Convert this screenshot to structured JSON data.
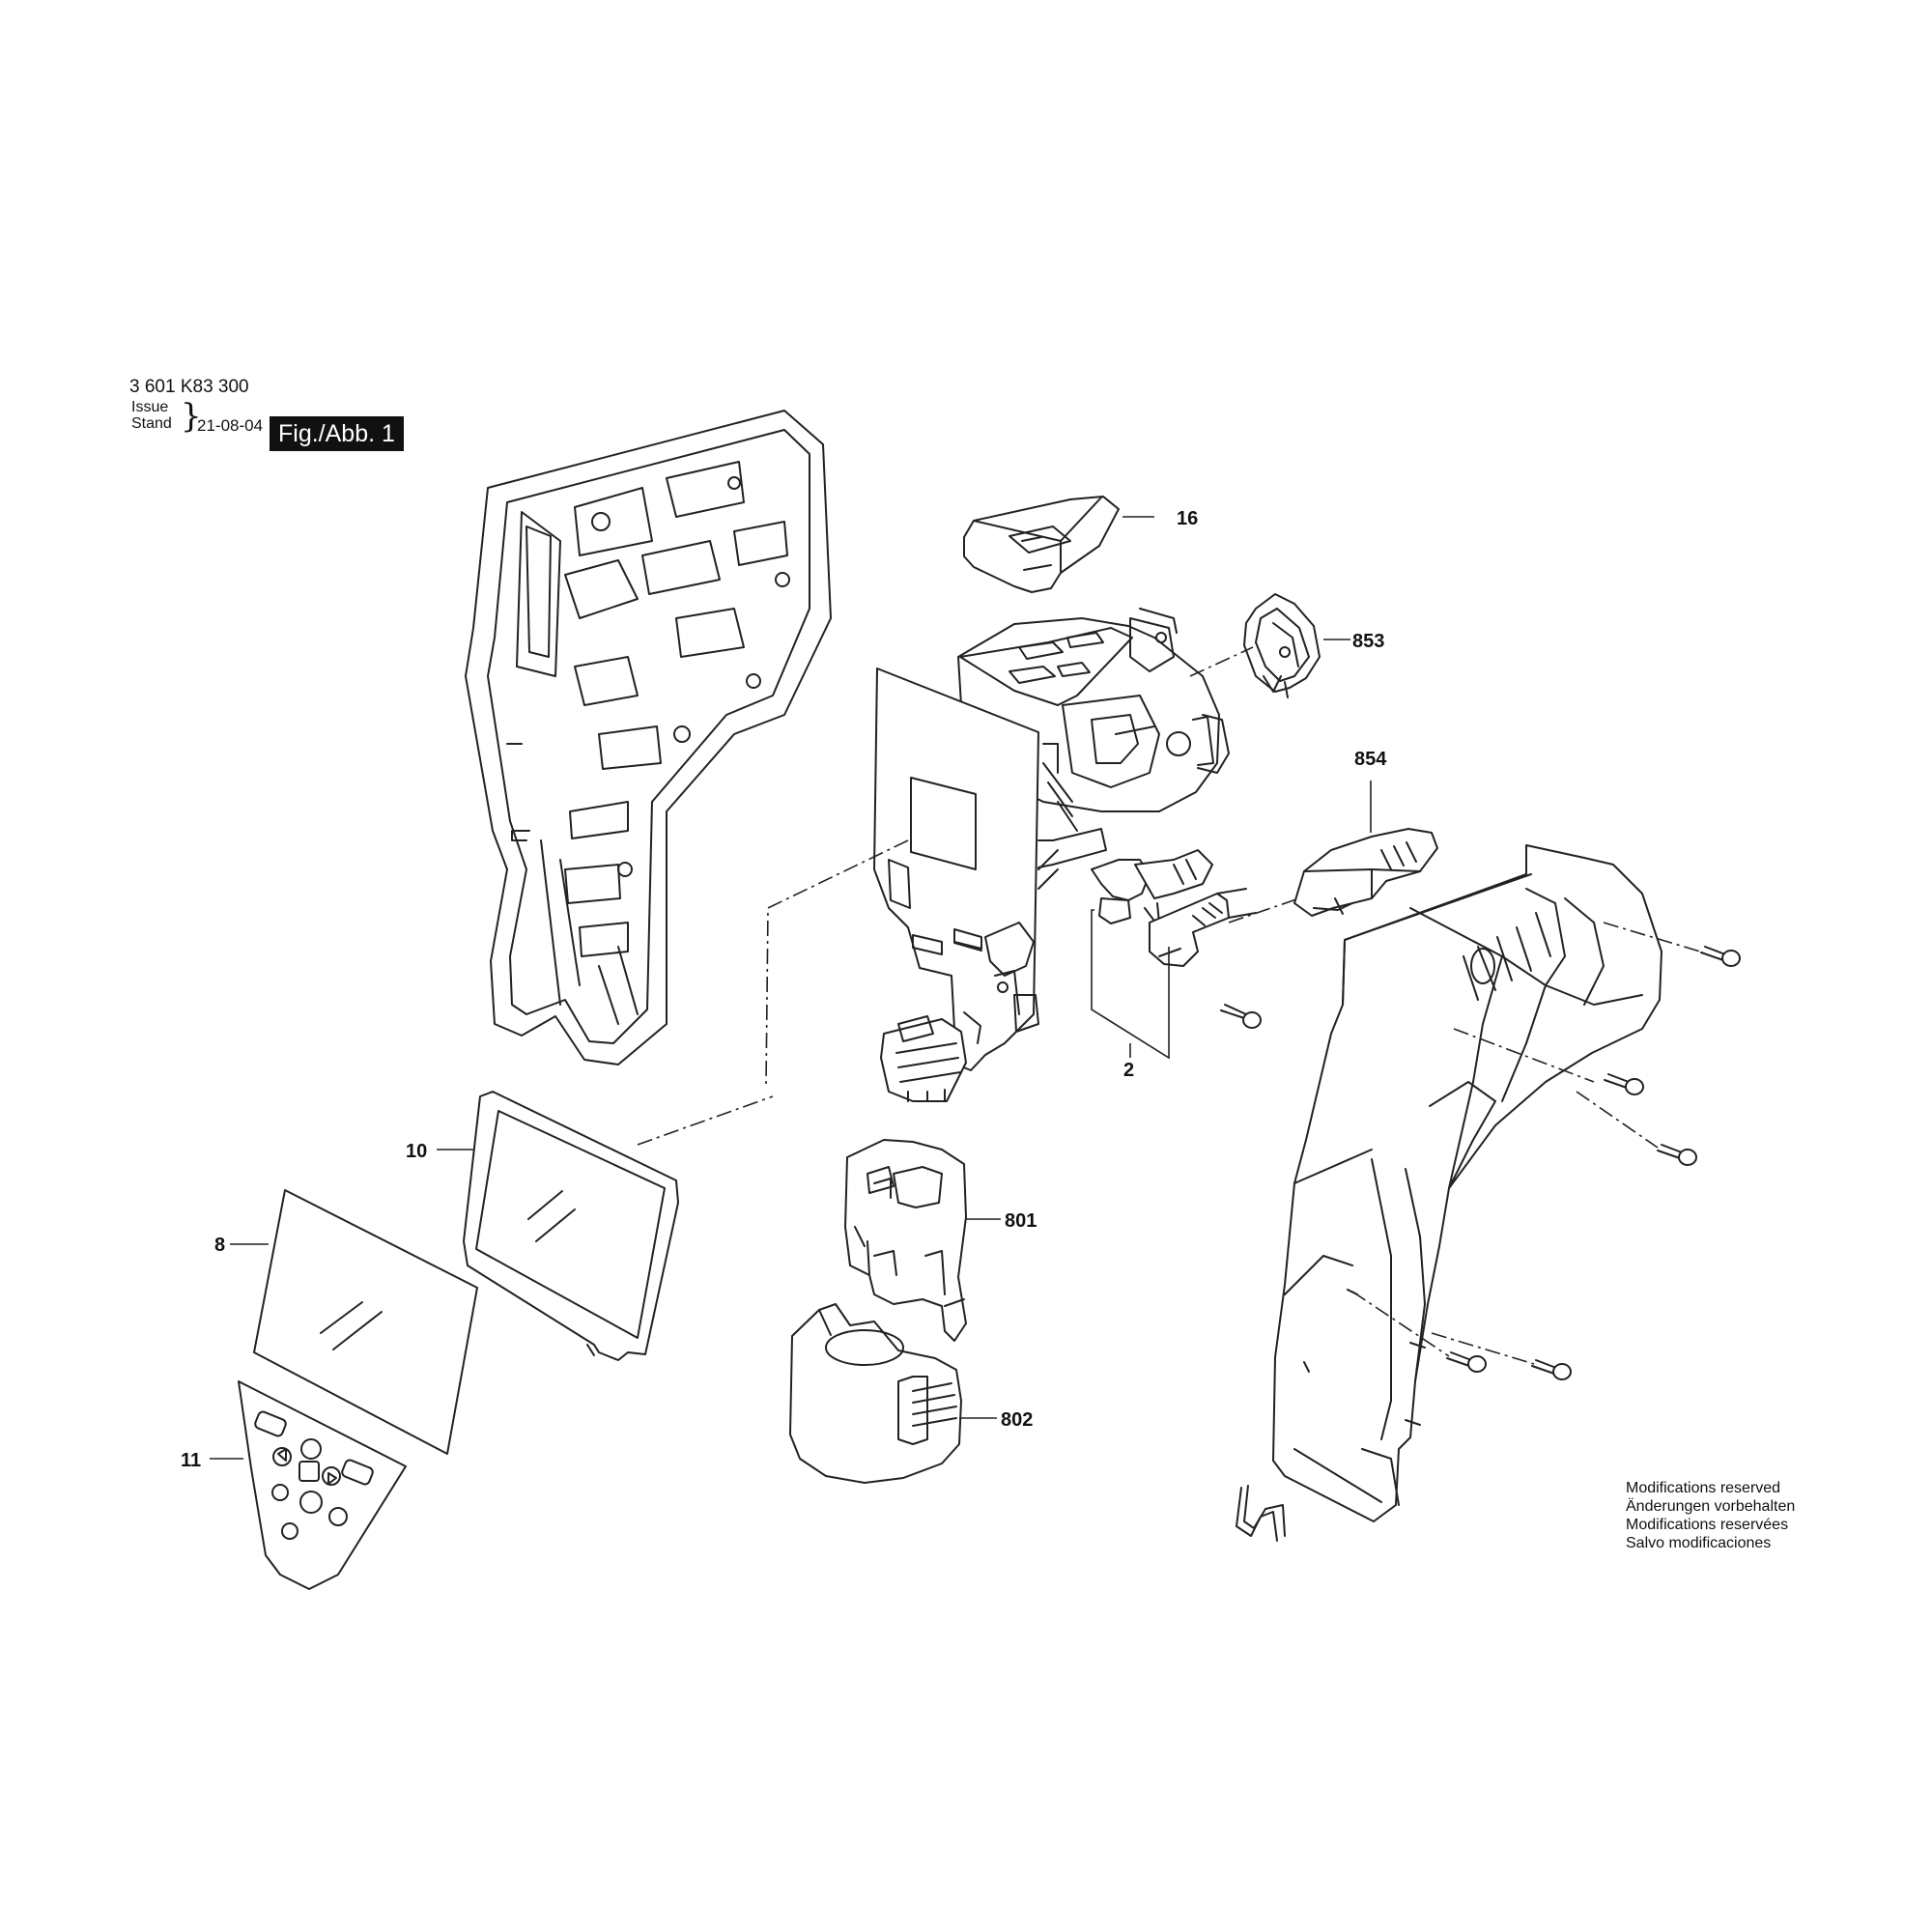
{
  "header": {
    "part_number": "3 601 K83 300",
    "issue_label": "Issue",
    "stand_label": "Stand",
    "date": "21-08-04",
    "figure_label": "Fig./Abb. 1"
  },
  "callouts": {
    "c16": "16",
    "c853": "853",
    "c854": "854",
    "c2": "2",
    "c10": "10",
    "c8": "8",
    "c11": "11",
    "c801": "801",
    "c802": "802"
  },
  "notice": {
    "en": "Modifications reserved",
    "de": "Änderungen vorbehalten",
    "fr": "Modifications reservées",
    "es": "Salvo modificaciones"
  }
}
